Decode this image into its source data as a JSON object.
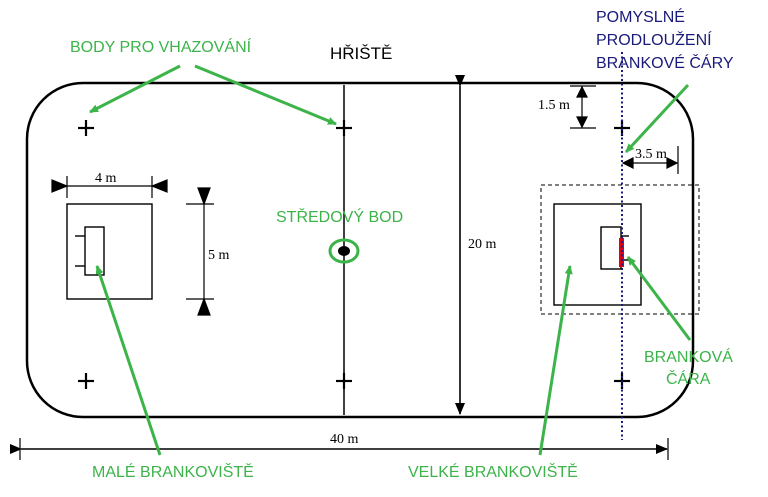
{
  "title": "HŘIŠTĚ",
  "labels": {
    "faceoff_points": "BODY PRO VHAZOVÁNÍ",
    "center_point": "STŘEDOVÝ BOD",
    "imaginary_line_1": "POMYSLNÉ",
    "imaginary_line_2": "PRODLOUŽENÍ",
    "imaginary_line_3": "BRANKOVÉ ČÁRY",
    "goal_line_1": "BRANKOVÁ",
    "goal_line_2": "ČÁRA",
    "small_area": "MALÉ BRANKOVIŠTĚ",
    "large_area": "VELKÉ BRANKOVIŠTĚ"
  },
  "dimensions": {
    "length": "40 m",
    "width": "20 m",
    "area_width": "4 m",
    "area_height": "5 m",
    "faceoff_offset": "1.5 m",
    "goal_line_offset": "3.5 m"
  },
  "colors": {
    "annotation": "#3cb44a",
    "extension_line": "#1a1a7a",
    "goal_line": "#e0001a",
    "drawing": "#000000"
  }
}
